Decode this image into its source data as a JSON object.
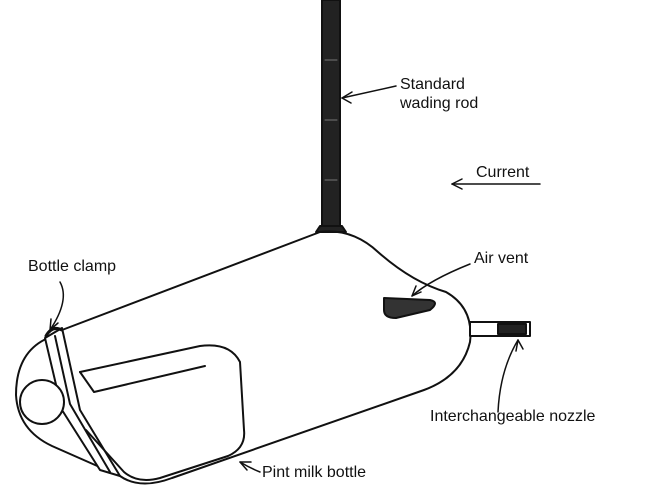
{
  "labels": {
    "rod_line1": "Standard",
    "rod_line2": "wading rod",
    "current": "Current",
    "air_vent": "Air vent",
    "bottle_clamp": "Bottle clamp",
    "nozzle": "Interchangeable nozzle",
    "bottle": "Pint milk bottle"
  },
  "colors": {
    "ink": "#111111",
    "background": "#ffffff"
  }
}
